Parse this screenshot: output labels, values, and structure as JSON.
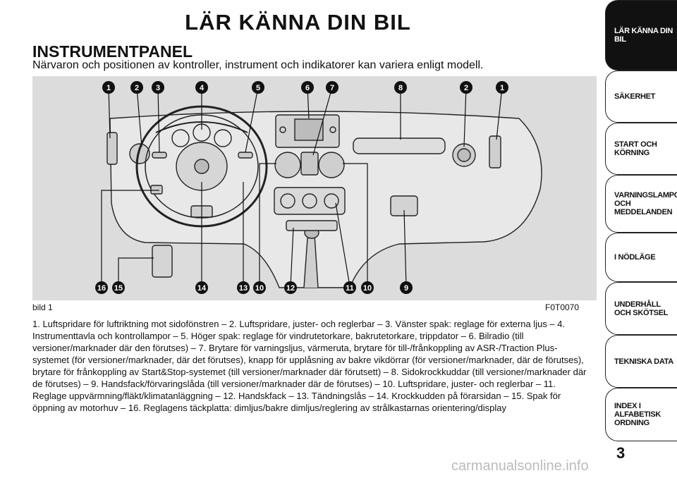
{
  "header": {
    "chapter_title": "LÄR KÄNNA DIN BIL",
    "section_title": "INSTRUMENTPANEL",
    "subtitle": "Närvaron och positionen av kontroller, instrument och indikatorer kan variera enligt modell."
  },
  "figure": {
    "label": "bild 1",
    "code": "F0T0070",
    "callouts_top": [
      "1",
      "2",
      "3",
      "4",
      "5",
      "6",
      "7",
      "8",
      "2",
      "1"
    ],
    "callouts_bottom": [
      "16",
      "15",
      "14",
      "13",
      "10",
      "12",
      "11",
      "10",
      "9"
    ]
  },
  "caption": "1. Luftspridare för luftriktning mot sidofönstren – 2. Luftspridare, juster- och reglerbar – 3. Vänster spak: reglage för externa ljus – 4. Instrumenttavla och kontrollampor – 5. Höger spak: reglage för vindrutetorkare, bakrutetorkare, trippdator – 6. Bilradio (till versioner/marknader där den förutses) – 7. Brytare för varningsljus, värmeruta, brytare för till-/frånkoppling av ASR-/Traction Plus-systemet (för versioner/marknader, där det förutses), knapp för upplåsning av bakre vikdörrar (för versioner/marknader, där de förutses), brytare för frånkoppling av Start&Stop-systemet (till versioner/marknader där förutsett) – 8. Sidokrockkuddar (till versioner/marknader där de förutses) – 9. Handsfack/förvaringslåda (till versioner/marknader där de förutses) – 10. Luftspridare, juster- och reglerbar – 11. Reglage uppvärmning/fläkt/klimatanläggning – 12. Handskfack – 13. Tändningslås – 14. Krockkudden på förarsidan – 15. Spak för öppning av motorhuv – 16. Reglagens täckplatta: dimljus/bakre dimljus/reglering av strålkastarnas orientering/display",
  "sidebar": {
    "tabs": [
      {
        "label": "LÄR KÄNNA DIN BIL",
        "active": true
      },
      {
        "label": "SÄKERHET",
        "active": false
      },
      {
        "label": "START OCH KÖRNING",
        "active": false
      },
      {
        "label": "VARNINGSLAMPOR OCH MEDDELANDEN",
        "active": false
      },
      {
        "label": "I NÖDLÄGE",
        "active": false
      },
      {
        "label": "UNDERHÅLL OCH SKÖTSEL",
        "active": false
      },
      {
        "label": "TEKNISKA DATA",
        "active": false
      },
      {
        "label": "INDEX I ALFABETISK ORDNING",
        "active": false
      }
    ]
  },
  "page_number": "3",
  "watermark": "carmanualsonline.info"
}
